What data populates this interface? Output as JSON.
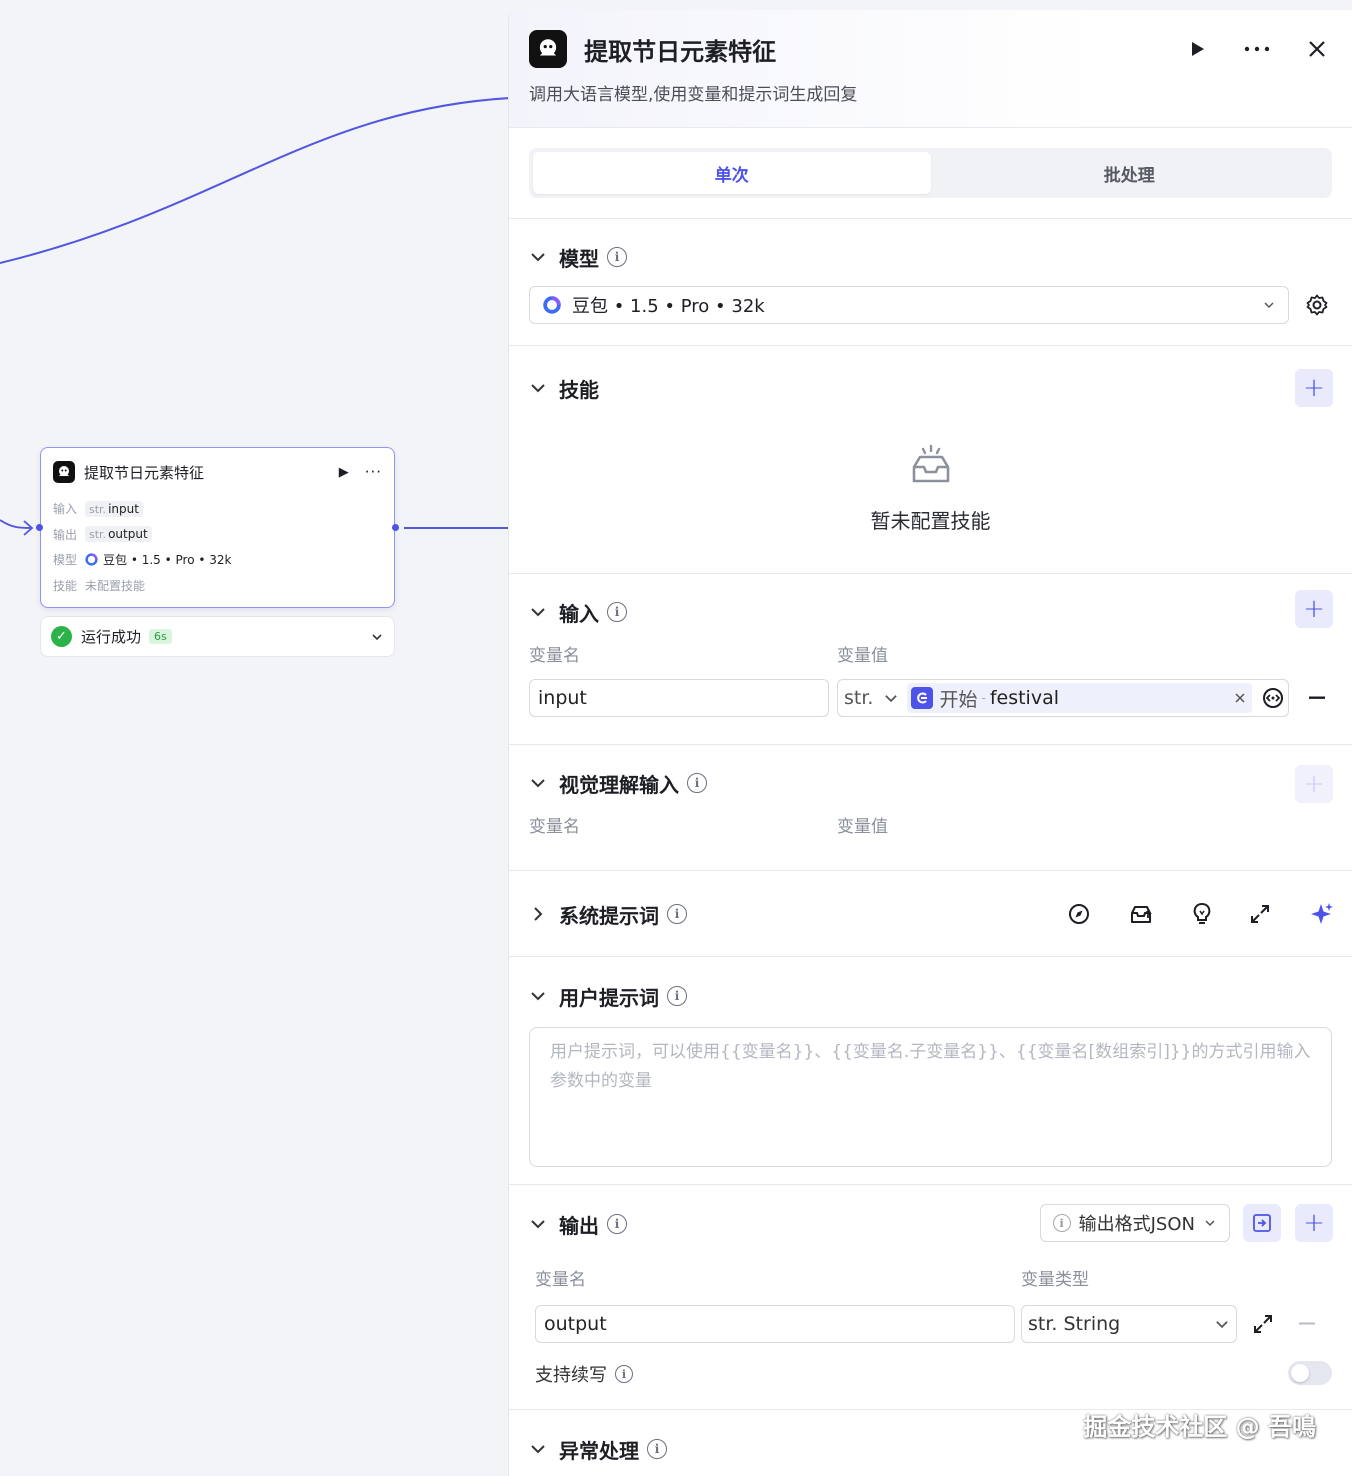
{
  "node": {
    "title": "提取节日元素特征",
    "input_label": "输入",
    "input_type": "str.",
    "input_name": "input",
    "output_label": "输出",
    "output_type": "str.",
    "output_name": "output",
    "model_label": "模型",
    "model_value": "豆包 • 1.5 • Pro • 32k",
    "skill_label": "技能",
    "skill_value": "未配置技能"
  },
  "status": {
    "text": "运行成功",
    "time": "6s"
  },
  "panel": {
    "title": "提取节日元素特征",
    "description": "调用大语言模型,使用变量和提示词生成回复",
    "tabs": [
      {
        "label": "单次"
      },
      {
        "label": "批处理"
      }
    ],
    "model": {
      "title": "模型",
      "selected": "豆包 • 1.5 • Pro • 32k"
    },
    "skills": {
      "title": "技能",
      "empty_text": "暂未配置技能"
    },
    "inputs": {
      "title": "输入",
      "col_name": "变量名",
      "col_value": "变量值",
      "rows": [
        {
          "name": "input",
          "type": "str.",
          "ref_source": "开始",
          "ref_sep": "-",
          "ref_var": "festival"
        }
      ]
    },
    "vision": {
      "title": "视觉理解输入",
      "col_name": "变量名",
      "col_value": "变量值"
    },
    "system_prompt": {
      "title": "系统提示词"
    },
    "user_prompt": {
      "title": "用户提示词",
      "placeholder": "用户提示词，可以使用{{变量名}}、{{变量名.子变量名}}、{{变量名[数组索引]}}的方式引用输入参数中的变量"
    },
    "output": {
      "title": "输出",
      "format_label": "输出格式JSON",
      "col_name": "变量名",
      "col_type": "变量类型",
      "rows": [
        {
          "name": "output",
          "type": "str. String"
        }
      ],
      "streaming_label": "支持续写"
    },
    "error_handling": {
      "title": "异常处理"
    }
  },
  "watermark": "掘金技术社区 @ 吾鳴",
  "colors": {
    "accent": "#4d53e8",
    "success": "#2bb34a",
    "edge": "#5157e0"
  }
}
